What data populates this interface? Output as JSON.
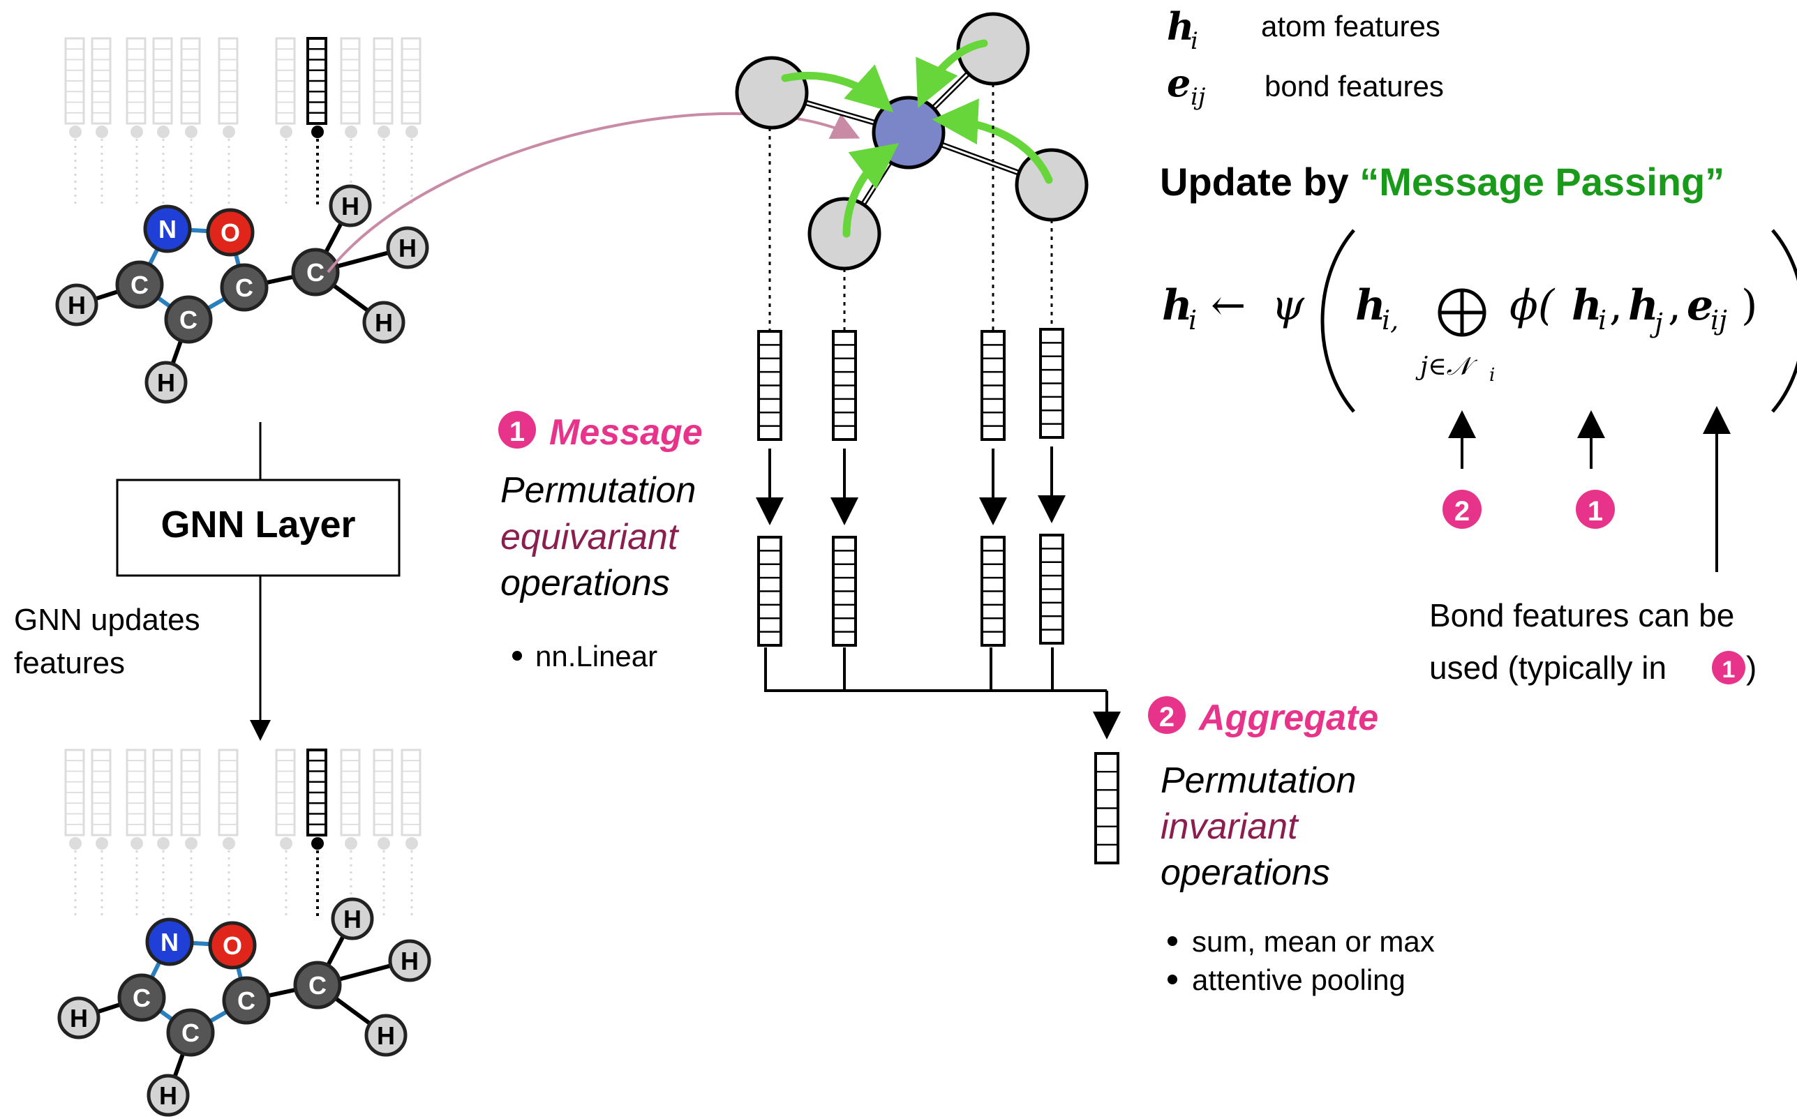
{
  "colors": {
    "message_pink": "#e8338a",
    "wine": "#8b1e4f",
    "green": "#1a9a1a",
    "arrow_green": "#66d63a",
    "nitrogen": "#1f3fd6",
    "oxygen": "#e0251b",
    "carbon": "#555555",
    "hydrogen": "#d4d4d4",
    "center_node": "#7b86c8",
    "mauve_arrow": "#c98aa6",
    "bond_blue": "#2a7fbf"
  },
  "molecule": {
    "atoms": [
      "N",
      "O",
      "C",
      "C",
      "C",
      "C",
      "H",
      "H",
      "H",
      "H",
      "H"
    ]
  },
  "gnn": {
    "layer_label": "GNN Layer",
    "updates_line1": "GNN updates",
    "updates_line2": "features"
  },
  "legend": {
    "h_symbol": "h",
    "h_sub": "i",
    "h_label": "atom features",
    "e_symbol": "e",
    "e_sub": "ij",
    "e_label": "bond features"
  },
  "update": {
    "prefix": "Update by ",
    "highlight": "“Message Passing”"
  },
  "formula": {
    "lhs": "h",
    "lhs_sub": "i",
    "arrow": "←",
    "psi": "ψ",
    "arg_h": "h",
    "arg_h_sub": "i,",
    "oplus": "⊕",
    "subscript": "j∈𝒩",
    "subscript_i": "i",
    "phi": "ϕ(",
    "phi_h": "h",
    "phi_hi_sub": "i",
    "phi_hj_sub": "j",
    "phi_e": "e",
    "phi_e_sub": "ij",
    "comma": ",",
    "close": ")"
  },
  "message": {
    "badge": "1",
    "title": "Message",
    "line1": "Permutation",
    "line2": "equivariant",
    "line3": "operations",
    "bullet": "nn.Linear"
  },
  "aggregate": {
    "badge": "2",
    "title": "Aggregate",
    "line1": "Permutation",
    "line2": "invariant",
    "line3": "operations",
    "bullet1": "sum, mean or max",
    "bullet2": "attentive pooling"
  },
  "formula_annotations": {
    "badge_left": "2",
    "badge_right": "1",
    "bond_note_line1": "Bond features can be",
    "bond_note_line2": "used (typically in ",
    "bond_note_badge": "1",
    "bond_note_close": ")"
  }
}
